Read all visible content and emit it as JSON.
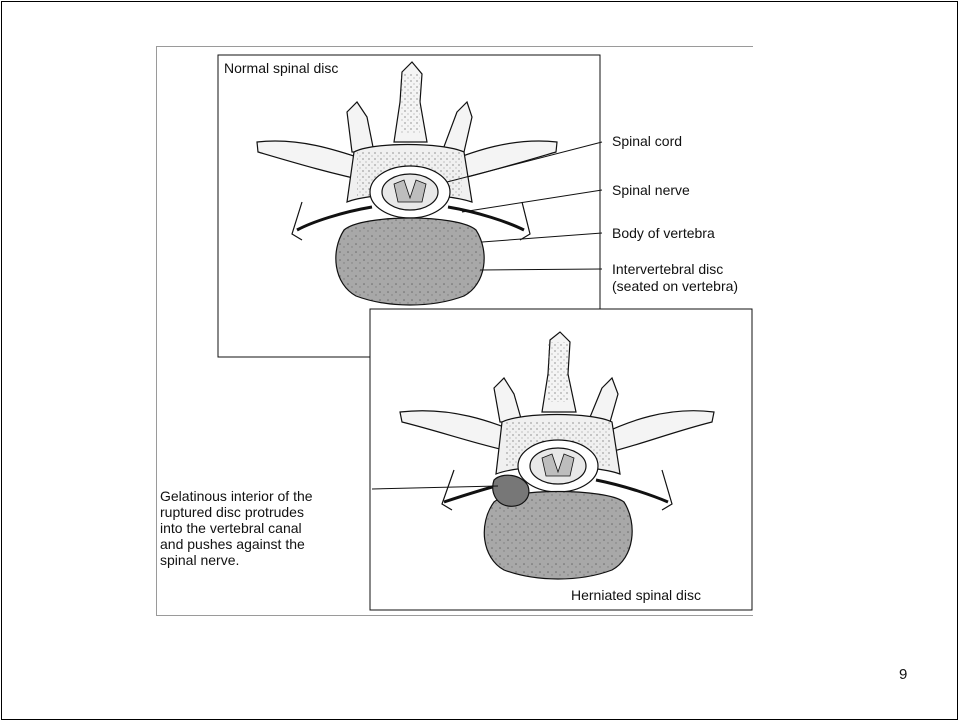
{
  "slide": {
    "page_number": "9"
  },
  "panels": {
    "normal": {
      "title": "Normal spinal disc"
    },
    "herniated": {
      "title": "Herniated spinal disc"
    }
  },
  "labels": {
    "spinal_cord": "Spinal cord",
    "spinal_nerve": "Spinal nerve",
    "body_of_vertebra": "Body of vertebra",
    "intervertebral_line1": "Intervertebral disc",
    "intervertebral_line2": "(seated on vertebra)"
  },
  "caption": {
    "line1": "Gelatinous interior of the",
    "line2": "ruptured disc protrudes",
    "line3": "into the vertebral canal",
    "line4": "and pushes against the",
    "line5": "spinal nerve."
  },
  "colors": {
    "bone": "#f2f2f2",
    "disc": "#9d9d9d",
    "outline": "#111111"
  }
}
